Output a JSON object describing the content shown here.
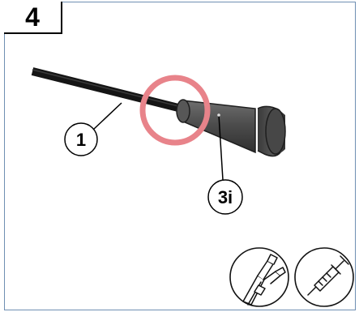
{
  "step": {
    "number": "4"
  },
  "callouts": [
    {
      "label": "1"
    },
    {
      "label": "3i"
    }
  ],
  "tools": [
    {
      "icon": "crimping-tool-icon"
    },
    {
      "icon": "syringe-icon"
    }
  ],
  "colors": {
    "frame": "#6f8fb3",
    "highlight_ring": "#e8838a",
    "cable": "#151515",
    "component": "#4a4a4a"
  }
}
